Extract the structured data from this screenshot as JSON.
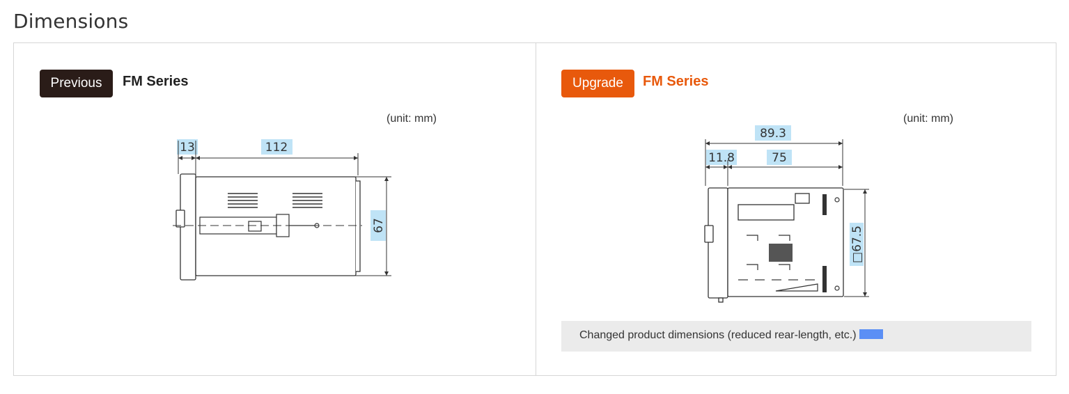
{
  "page": {
    "title": "Dimensions"
  },
  "previous": {
    "badge_label": "Previous",
    "series_label": "FM Series",
    "unit_label": "(unit: mm)",
    "dimensions": {
      "front": "13",
      "rear": "112",
      "height": "67"
    }
  },
  "upgrade": {
    "badge_label": "Upgrade",
    "series_label": "FM Series",
    "unit_label": "(unit: mm)",
    "dimensions": {
      "total": "89.3",
      "front": "11.8",
      "rear": "75",
      "height": "□67.5"
    },
    "note_text": "Changed product dimensions (reduced rear-length, etc.)"
  },
  "colors": {
    "previous_badge": "#2a1c18",
    "upgrade_badge": "#e8590c",
    "dimension_highlight": "#bfe3f6",
    "changed_marker": "#5b8ff5"
  }
}
